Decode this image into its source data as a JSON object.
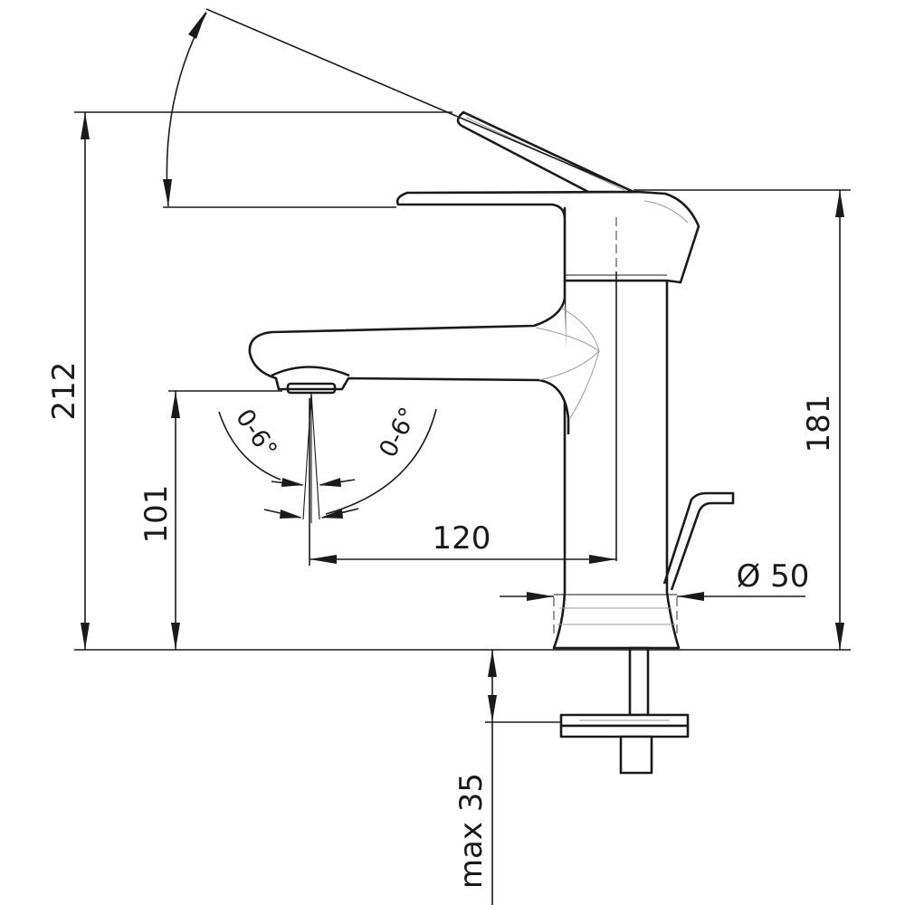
{
  "dimensions": {
    "total_height": "212",
    "body_height": "181",
    "spout_height": "101",
    "spout_reach": "120",
    "base_diameter": "Ø 50",
    "max_counter_thickness": "max 35"
  },
  "angles": {
    "left": "0-6°",
    "right": "0-6°"
  },
  "colors": {
    "line": "#1a1a1a",
    "background": "#ffffff"
  }
}
